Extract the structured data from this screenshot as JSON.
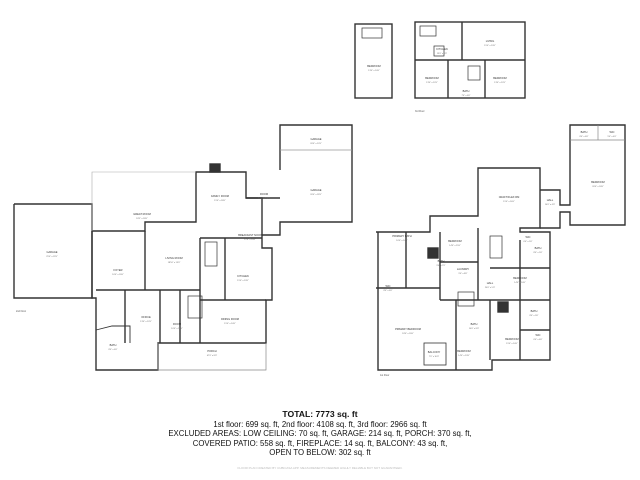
{
  "plan": {
    "floors": [
      {
        "label": "1st Floor"
      },
      {
        "label": "2nd Floor"
      },
      {
        "label": "3rd Floor"
      }
    ],
    "rooms": [
      {
        "name": "GARAGE",
        "dims": "25'0\" x 22'0\""
      },
      {
        "name": "FOYER",
        "dims": "16'0\" x 20'0\""
      },
      {
        "name": "GREAT ROOM",
        "dims": "18'5\" x 18'0\""
      },
      {
        "name": "LIVING ROOM",
        "dims": "18'10\" x 15'0\""
      },
      {
        "name": "FAMILY ROOM",
        "dims": "15'0\" x 18'0\""
      },
      {
        "name": "ROOM",
        "dims": "10'0\" x 10'0\""
      },
      {
        "name": "BREAKFAST NOOK",
        "dims": "12'0\" x 10'0\""
      },
      {
        "name": "KITCHEN",
        "dims": "15'0\" x 13'0\""
      },
      {
        "name": "DINING ROOM",
        "dims": "15'0\" x 14'0\""
      },
      {
        "name": "OFFICE",
        "dims": "13'0\" x 12'0\""
      },
      {
        "name": "ROOM",
        "dims": "10'0\" x 12'0\""
      },
      {
        "name": "BATH",
        "dims": "8'0\" x 6'0\""
      },
      {
        "name": "PORCH",
        "dims": "47'0\" x 8'0\""
      },
      {
        "name": "GARAGE",
        "dims": "20'0\" x 32'0\""
      },
      {
        "name": "GARAGE",
        "dims": "20'0\" x 12'0\""
      },
      {
        "name": "PRIMARY BATH",
        "dims": "16'0\" x 14'0\""
      },
      {
        "name": "BEDROOM",
        "dims": "14'0\" x 15'0\""
      },
      {
        "name": "LAUNDRY",
        "dims": "9'0\" x 8'0\""
      },
      {
        "name": "BATH",
        "dims": "9'0\" x 7'0\""
      },
      {
        "name": "WIC",
        "dims": "8'0\" x 6'0\""
      },
      {
        "name": "HALL",
        "dims": "20'0\" x 5'0\""
      },
      {
        "name": "PRIMARY BEDROOM",
        "dims": "18'0\" x 20'0\""
      },
      {
        "name": "BALCONY",
        "dims": "7'0\" x 10'0\""
      },
      {
        "name": "BATH",
        "dims": "10'0\" x 8'0\""
      },
      {
        "name": "BEDROOM",
        "dims": "14'0\" x 13'0\""
      },
      {
        "name": "BEDROOM",
        "dims": "15'0\" x 14'0\""
      },
      {
        "name": "BATH",
        "dims": "8'0\" x 9'0\""
      },
      {
        "name": "WIC",
        "dims": "6'0\" x 6'0\""
      },
      {
        "name": "BEDROOM",
        "dims": "14'0\" x 14'0\""
      },
      {
        "name": "BATH",
        "dims": "8'0\" x 5'0\""
      },
      {
        "name": "WIC",
        "dims": "6'0\" x 5'0\""
      },
      {
        "name": "CRAFT/FLEX RM",
        "dims": "15'0\" x 16'0\""
      },
      {
        "name": "HALL",
        "dims": "14'0\" x 4'0\""
      },
      {
        "name": "BATH",
        "dims": "8'0\" x 6'0\""
      },
      {
        "name": "WIC",
        "dims": "5'0\" x 4'0\""
      },
      {
        "name": "BEDROOM",
        "dims": "20'0\" x 24'0\""
      },
      {
        "name": "BEDROOM",
        "dims": "13'0\" x 14'0\""
      },
      {
        "name": "KITCHEN",
        "dims": "13'0\" x 8'0\""
      },
      {
        "name": "LIVING",
        "dims": "15'0\" x 13'0\""
      },
      {
        "name": "BEDROOM",
        "dims": "13'0\" x 12'0\""
      },
      {
        "name": "BEDROOM",
        "dims": "13'0\" x 12'0\""
      },
      {
        "name": "BATH",
        "dims": "7'0\" x 6'0\""
      }
    ]
  },
  "summary": {
    "total": "TOTAL: 7773 sq. ft",
    "line1": "1st floor: 699 sq. ft, 2nd floor: 4108 sq. ft, 3rd floor: 2966 sq. ft",
    "line2": "EXCLUDED AREAS: LOW CEILING: 70 sq. ft, GARAGE: 214 sq. ft, PORCH: 370 sq. ft,",
    "line3": "COVERED PATIO: 558 sq. ft, FIREPLACE: 14 sq. ft, BALCONY: 43 sq. ft,",
    "line4": "OPEN TO BELOW: 302 sq. ft"
  },
  "credit": "FLOOR PLAN CREATED BY CUBICASA APP. MEASUREMENTS DEEMED HIGHLY RELIABLE BUT NOT GUARANTEED."
}
